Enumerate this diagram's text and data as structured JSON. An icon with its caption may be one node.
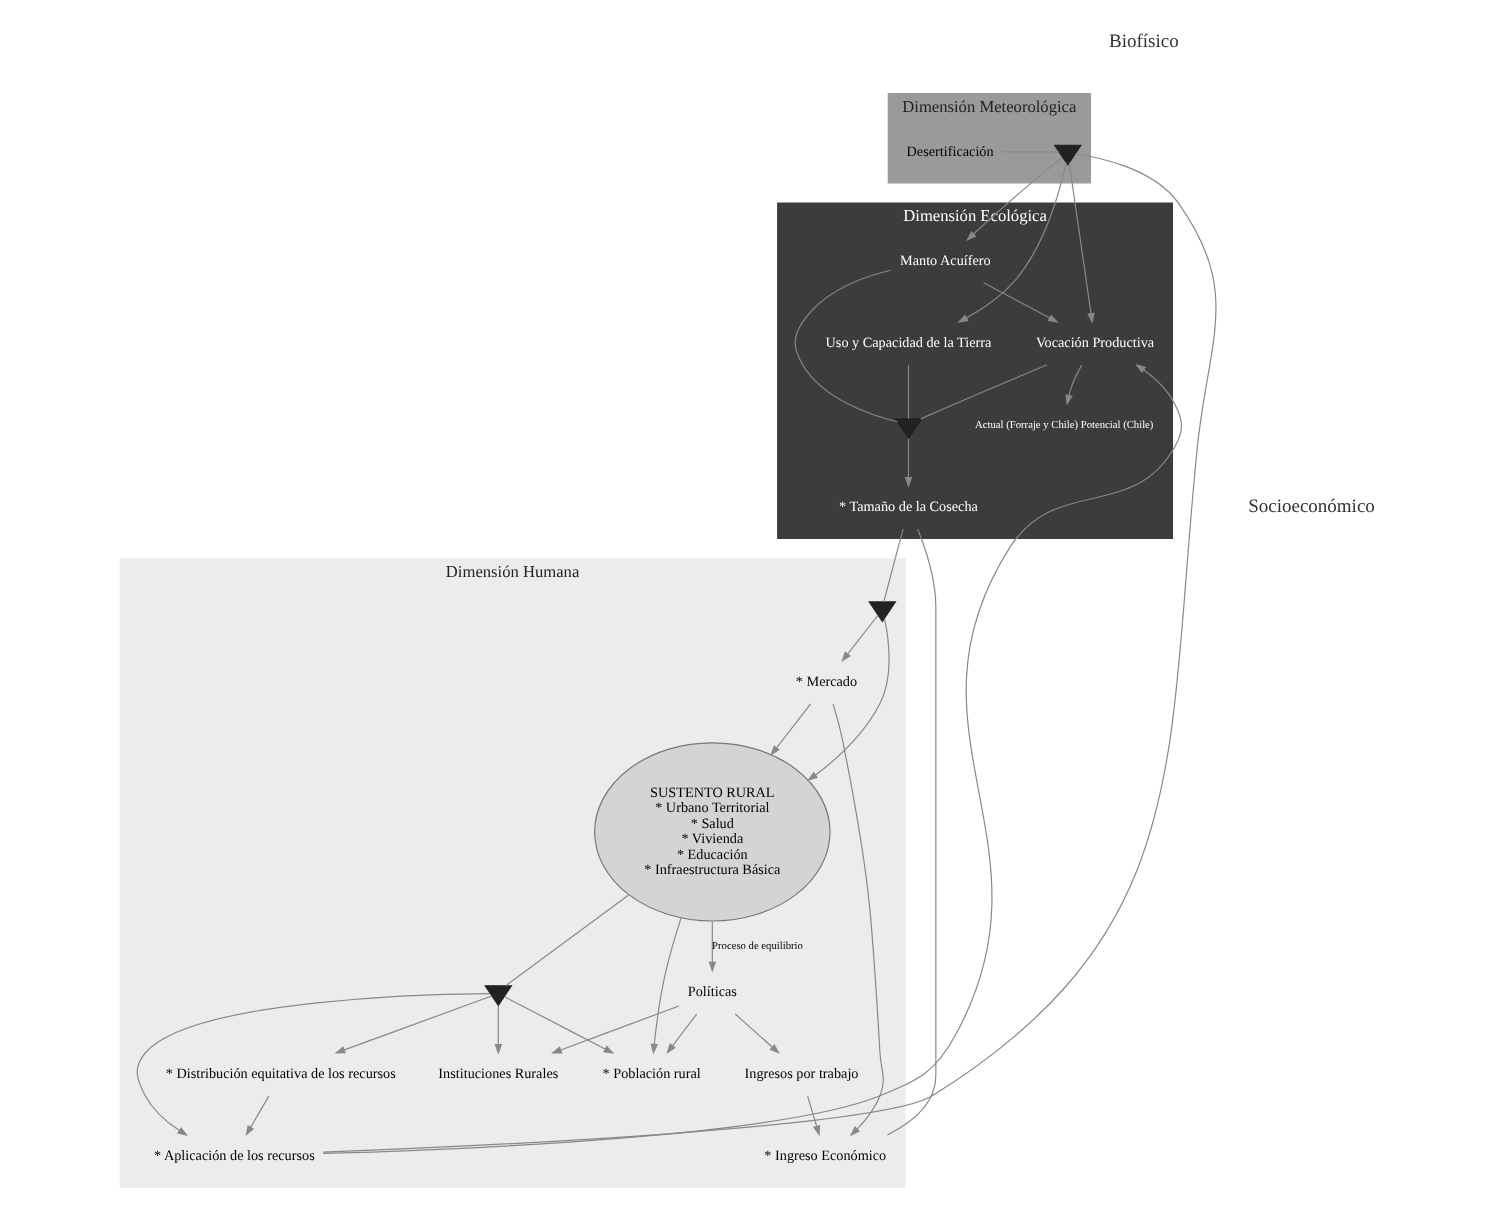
{
  "diagram": {
    "nodes": [
      {
        "text": [
          "Dimensión Meteorológica"
        ]
      },
      {
        "text": [
          "Desertificación"
        ],
        "in": 0
      },
      {
        "text": [],
        "shape": "hourglass",
        "in": 0
      },
      {
        "text": [
          "Dimensión Ecológica"
        ]
      },
      {
        "text": [
          "Manto Acuífero"
        ],
        "in": 3
      },
      {
        "text": [
          "Uso y Capacidad de la Tierra"
        ],
        "in": 3
      },
      {
        "text": [
          "Vocación Productiva"
        ],
        "in": 3
      },
      {
        "text": [
          "Actual (Forraje y Chile) Potencial (Chile)"
        ],
        "in": 3
      },
      {
        "text": [],
        "shape": "hourglass",
        "in": 3
      },
      {
        "text": [
          "* Tamaño de la Cosecha"
        ],
        "in": 3
      },
      {
        "text": [
          "Dimensión Humana"
        ]
      },
      {
        "text": [],
        "shape": "hourglass",
        "in": 10
      },
      {
        "text": [
          "* Aplicación de los recursos"
        ],
        "in": 10
      },
      {
        "text": [
          "* Mercado"
        ],
        "in": 10
      },
      {
        "text": [
          "SUSTENTO RURAL",
          "* Urbano Territorial",
          "* Salud",
          "* Vivienda",
          "* Educación",
          "* Infraestructura Básica"
        ],
        "in": 10
      },
      {
        "text": [
          "* Ingreso Económico"
        ],
        "in": 10
      },
      {
        "text": [
          "* Distribución equitativa de los recursos"
        ],
        "in": 10
      },
      {
        "text": [],
        "shape": "hourglass",
        "in": 10
      },
      {
        "text": [
          "Instituciones Rurales"
        ],
        "in": 10
      },
      {
        "text": [
          "* Población rural"
        ],
        "in": 10
      },
      {
        "text": [
          "Políticas"
        ],
        "in": 10
      },
      {
        "text": [
          "Ingresos por trabajo"
        ],
        "in": 10
      }
    ],
    "edges": [
      {
        "from": 1,
        "to": 2,
        "arrow": "none"
      },
      {
        "from": 2,
        "to": 4,
        "arrow": "to"
      },
      {
        "from": 2,
        "to": 5,
        "arrow": "to"
      },
      {
        "from": 2,
        "to": 6,
        "arrow": "to"
      },
      {
        "from": 4,
        "to": 6,
        "arrow": "to"
      },
      {
        "from": 4,
        "to": 8,
        "arrow": "none"
      },
      {
        "from": 5,
        "to": 8,
        "arrow": "none"
      },
      {
        "from": 6,
        "to": 8,
        "arrow": "none"
      },
      {
        "from": 6,
        "to": 7,
        "arrow": "to"
      },
      {
        "from": 8,
        "to": 9,
        "arrow": "to"
      },
      {
        "from": 9,
        "to": 11,
        "arrow": "none"
      },
      {
        "from": 11,
        "to": 14,
        "arrow": "to"
      },
      {
        "from": 11,
        "to": 13,
        "arrow": "to"
      },
      {
        "from": 9,
        "to": 15,
        "arrow": "none"
      },
      {
        "from": 13,
        "to": 14,
        "arrow": "to"
      },
      {
        "from": 13,
        "to": 15,
        "arrow": "to"
      },
      {
        "from": 12,
        "to": 2,
        "arrow": "none"
      },
      {
        "from": 12,
        "to": 6,
        "arrow": "to"
      },
      {
        "from": 16,
        "to": 12,
        "arrow": "to"
      },
      {
        "from": 17,
        "to": 12,
        "arrow": "to"
      },
      {
        "from": 14,
        "to": 17,
        "arrow": "none"
      },
      {
        "from": 17,
        "to": 16,
        "arrow": "to"
      },
      {
        "from": 17,
        "to": 18,
        "arrow": "to"
      },
      {
        "from": 17,
        "to": 19,
        "arrow": "to"
      },
      {
        "from": 14,
        "to": 19,
        "arrow": "to"
      },
      {
        "from": 20,
        "to": 19,
        "arrow": "to"
      },
      {
        "from": 20,
        "to": 18,
        "arrow": "to"
      },
      {
        "from": 14,
        "to": 20,
        "arrow": "to",
        "label": "Proceso de equilibrio"
      },
      {
        "from": 20,
        "to": 21,
        "arrow": "to"
      },
      {
        "from": 21,
        "to": 15,
        "arrow": "to"
      }
    ],
    "labels": [
      "Biofísico",
      "Socioeconómico"
    ]
  }
}
